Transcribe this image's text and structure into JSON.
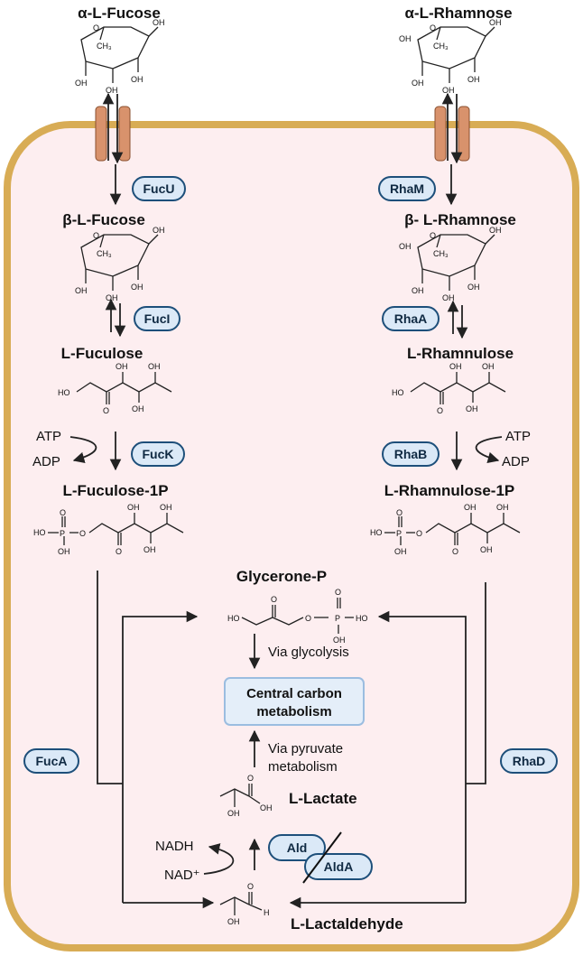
{
  "colors": {
    "cell_fill": "#fdeef0",
    "cell_border": "#d8ac55",
    "enzyme_fill": "#dbe9f7",
    "enzyme_border": "#1d4f7a",
    "transporter": "#d8926c",
    "central_fill": "#e4eef9"
  },
  "fucose_branch": {
    "extracellular": "α-L-Fucose",
    "beta": "β-L-Fucose",
    "ulose": "L-Fuculose",
    "ulose_1p": "L-Fuculose-1P",
    "enzymes": {
      "mutarotase": "FucU",
      "isomerase": "FucI",
      "kinase": "FucK",
      "aldolase": "FucA"
    },
    "cofactors": {
      "atp": "ATP",
      "adp": "ADP"
    }
  },
  "rhamnose_branch": {
    "extracellular": "α-L-Rhamnose",
    "beta": "β- L-Rhamnose",
    "ulose": "L-Rhamnulose",
    "ulose_1p": "L-Rhamnulose-1P",
    "enzymes": {
      "mutarotase": "RhaM",
      "isomerase": "RhaA",
      "kinase": "RhaB",
      "aldolase": "RhaD"
    },
    "cofactors": {
      "atp": "ATP",
      "adp": "ADP"
    }
  },
  "shared": {
    "glycerone_p": "Glycerone-P",
    "via_glycolysis": "Via glycolysis",
    "central_line1": "Central carbon",
    "central_line2": "metabolism",
    "via_pyruvate_line1": "Via pyruvate",
    "via_pyruvate_line2": "metabolism",
    "lactate": "L-Lactate",
    "lactaldehyde": "L-Lactaldehyde",
    "enzymes": {
      "ald": "Ald",
      "alda": "AldA"
    },
    "cofactors": {
      "nadh": "NADH",
      "nad": "NAD⁺"
    }
  },
  "atoms": {
    "oh": "OH",
    "ho": "HO",
    "o": "O",
    "ch3": "CH₃",
    "p": "P",
    "h": "H"
  }
}
